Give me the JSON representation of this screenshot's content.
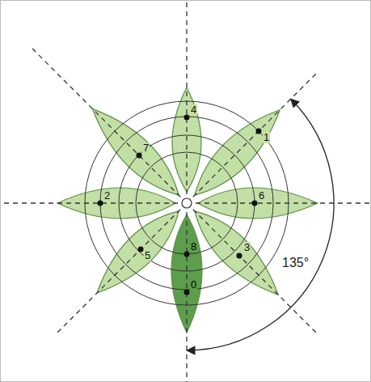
{
  "diagram": {
    "labels": [
      "0",
      "1",
      "2",
      "3",
      "4",
      "5",
      "6",
      "7",
      "8",
      "135°"
    ]
  }
}
